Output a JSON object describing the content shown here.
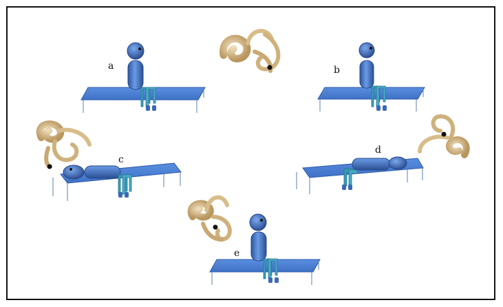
{
  "diagram": {
    "labels": {
      "a": "a",
      "b": "b",
      "c": "c",
      "d": "d",
      "e": "e"
    },
    "colors": {
      "table": "#4a7fd0",
      "table_edge": "#2c5aa8",
      "body": "#3e6fc0",
      "body_dark": "#25478a",
      "legs": "#3a9ab8",
      "ear_light": "#e8d2a8",
      "ear_dark": "#b08f5c",
      "frame": "#111111"
    }
  }
}
